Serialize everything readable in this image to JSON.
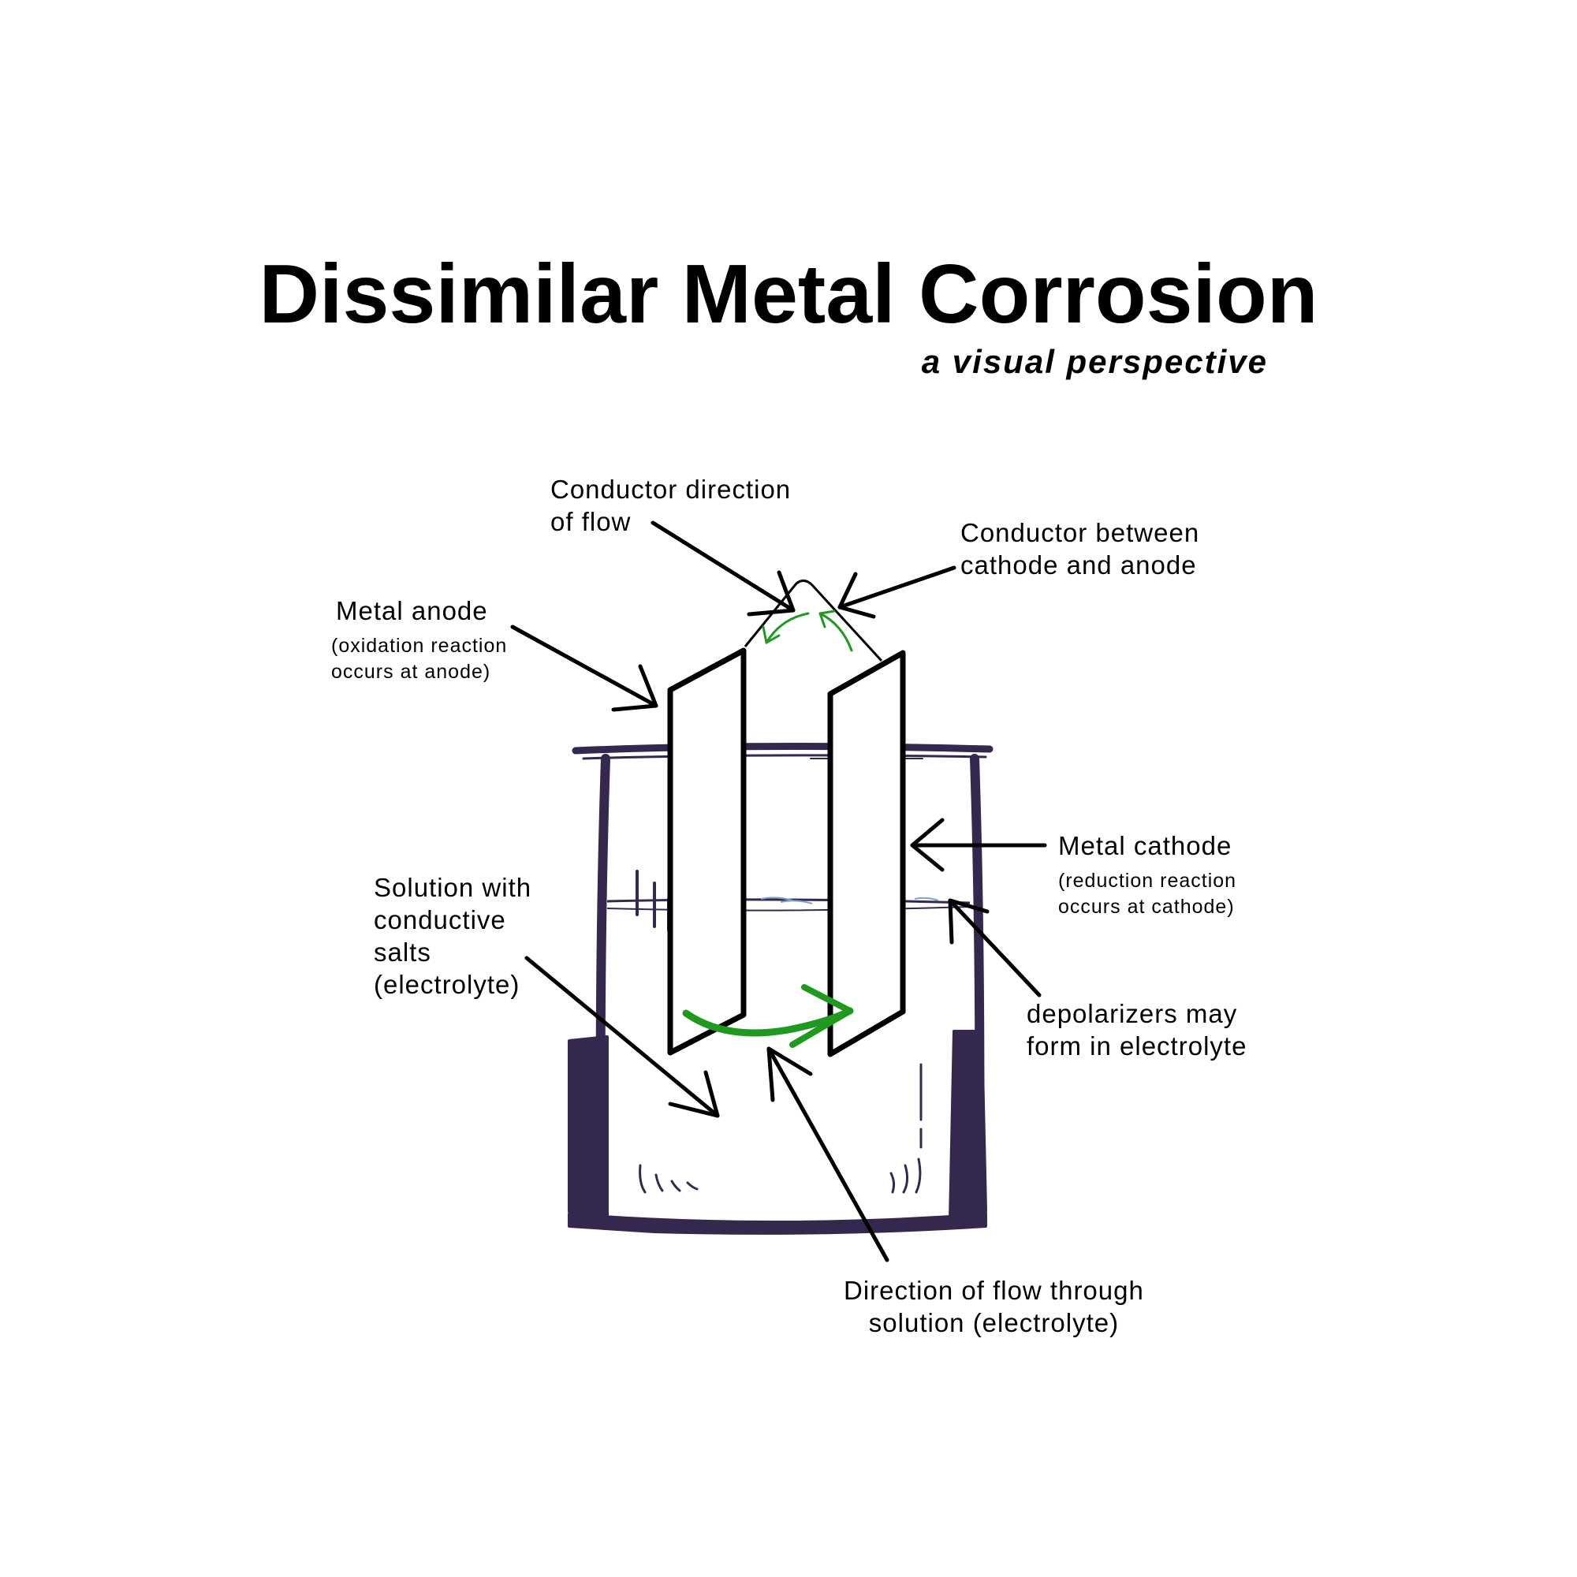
{
  "title": "Dissimilar Metal Corrosion",
  "subtitle": "a visual perspective",
  "labels": {
    "conductor_flow": {
      "line1": "Conductor direction",
      "line2": "of flow"
    },
    "conductor_between": {
      "line1": "Conductor between",
      "line2": "cathode and anode"
    },
    "metal_anode": {
      "line1": "Metal anode",
      "note1": "(oxidation reaction",
      "note2": "occurs at anode)"
    },
    "metal_cathode": {
      "line1": "Metal cathode",
      "note1": "(reduction reaction",
      "note2": "occurs at cathode)"
    },
    "solution": {
      "line1": "Solution with",
      "line2": "conductive",
      "line3": "salts",
      "line4": "(electrolyte)"
    },
    "depolarizers": {
      "line1": "depolarizers may",
      "line2": "form in electrolyte"
    },
    "solution_flow": {
      "line1": "Direction of flow through",
      "line2": "solution (electrolyte)"
    }
  },
  "colors": {
    "ink": "#000000",
    "beaker": "#35284f",
    "flow_arrow": "#1f9a1f",
    "background": "#ffffff"
  }
}
